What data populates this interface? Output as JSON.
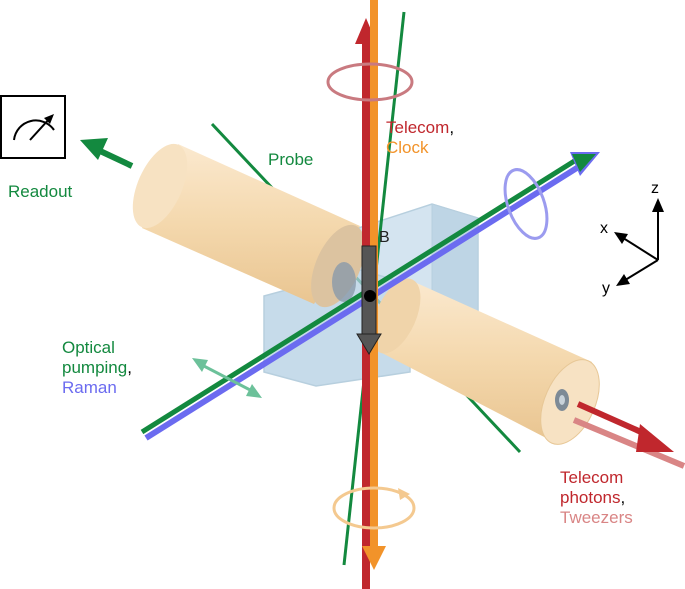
{
  "labels": {
    "readout": "Readout",
    "probe": "Probe",
    "telecom": "Telecom",
    "telecom_comma": ",",
    "clock": "Clock",
    "b_field": "B",
    "optical": "Optical",
    "pumping": "pumping",
    "pumping_comma": ",",
    "raman": "Raman",
    "telecom_photons_1": "Telecom",
    "telecom_photons_2": "photons",
    "photons_comma": ",",
    "tweezers": "Tweezers"
  },
  "axes": {
    "x": "x",
    "y": "y",
    "z": "z"
  },
  "colors": {
    "green": "#13893f",
    "blue": "#6b6bf0",
    "red": "#c0272d",
    "orange": "#f2932a",
    "pink": "#d98585",
    "cylinder": "#f5dcb6",
    "cell": "#b8d4e6"
  }
}
